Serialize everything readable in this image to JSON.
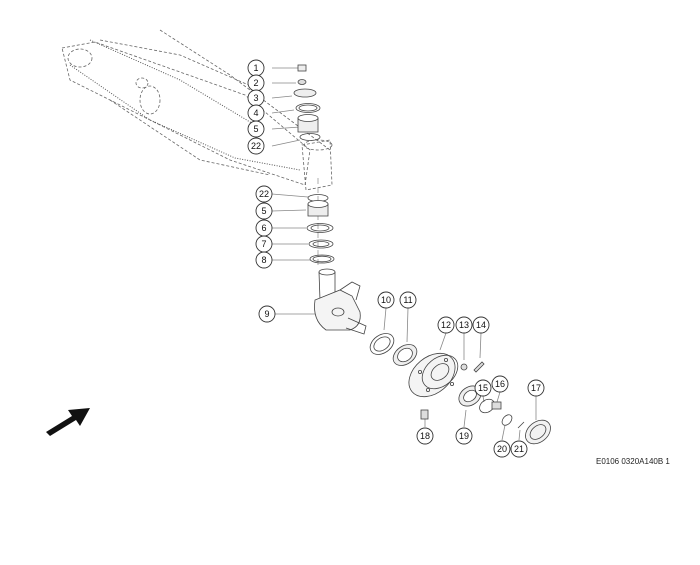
{
  "diagram": {
    "reference_code": "E0106 0320A140B 1",
    "callouts": [
      "1",
      "2",
      "3",
      "4",
      "5",
      "22",
      "22",
      "5",
      "6",
      "7",
      "8",
      "9",
      "10",
      "11",
      "12",
      "13",
      "14",
      "15",
      "16",
      "17",
      "18",
      "19",
      "20",
      "21"
    ]
  }
}
